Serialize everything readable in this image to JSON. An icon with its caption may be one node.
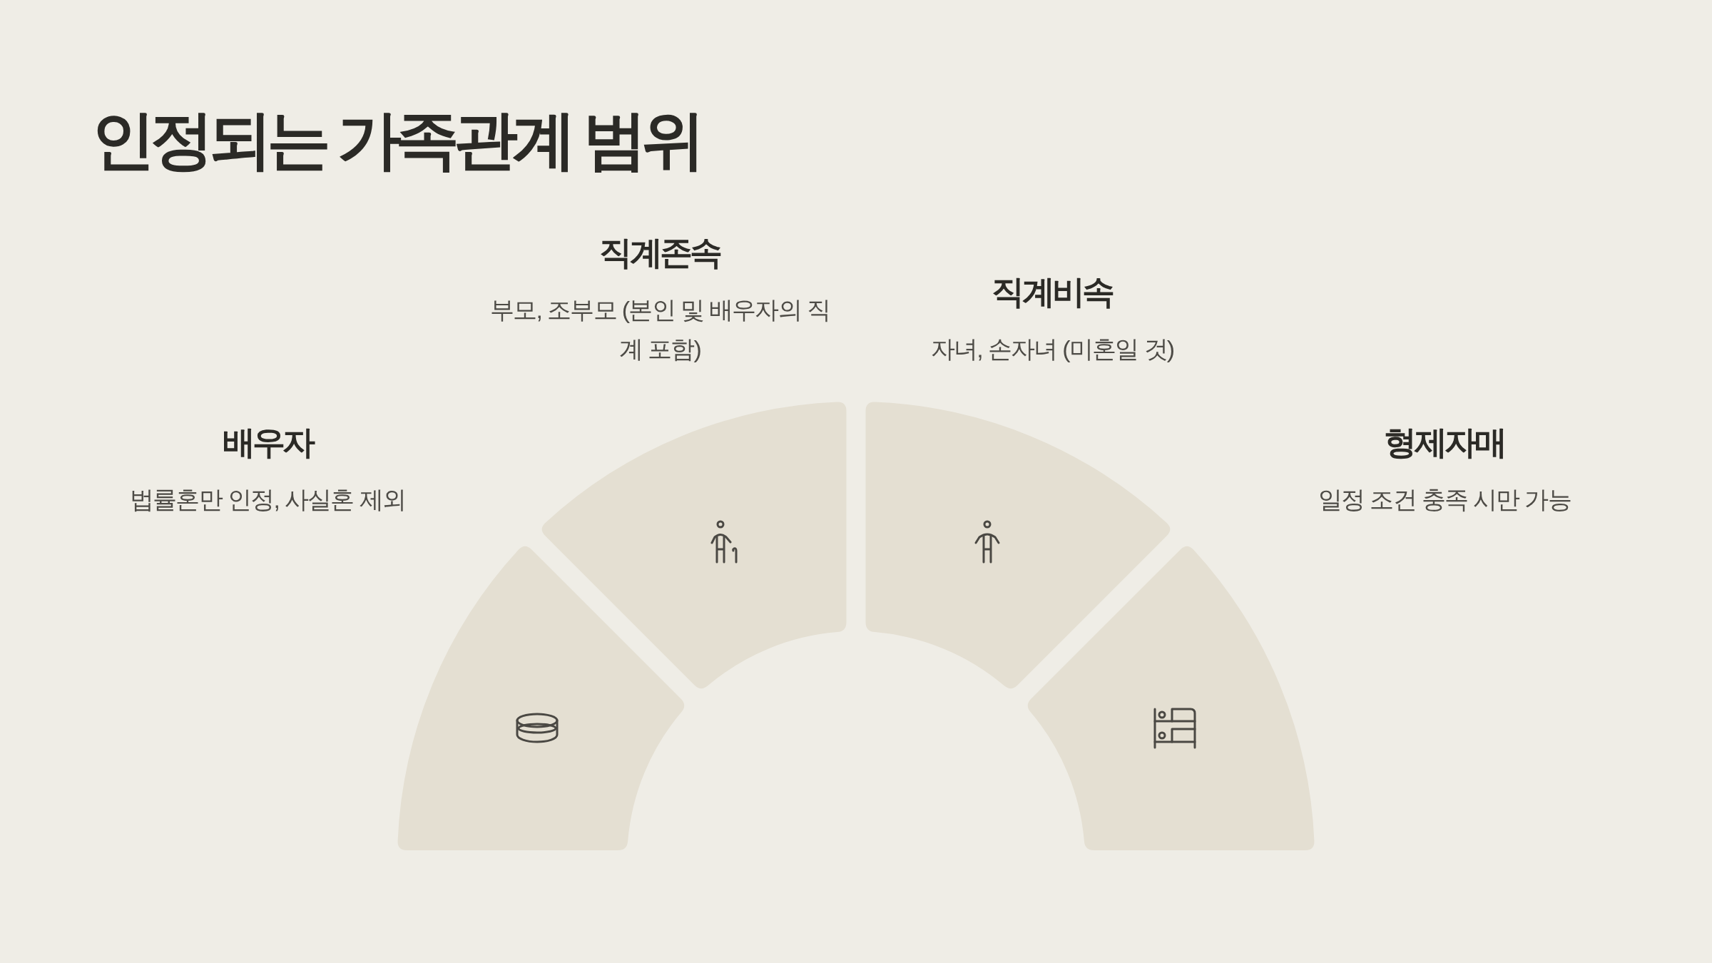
{
  "diagram": {
    "title": "인정되는 가족관계 범위",
    "nodes": [
      {
        "text": [
          "배우자",
          "법률혼만 인정, 사실혼 제외"
        ]
      },
      {
        "text": [
          "직계존속",
          "부모, 조부모 (본인 및 배우자의 직계 포함)"
        ]
      },
      {
        "text": [
          "직계비속",
          "자녀, 손자녀 (미혼일 것)"
        ]
      },
      {
        "text": [
          "형제자매",
          "일정 조건 충족 시만 가능"
        ]
      }
    ]
  }
}
